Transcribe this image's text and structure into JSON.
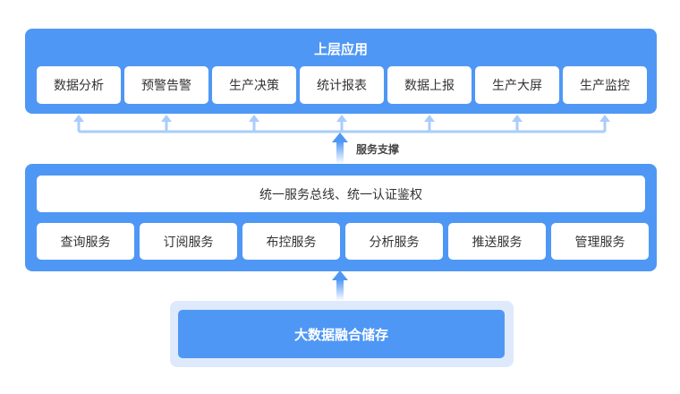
{
  "top_layer": {
    "title": "上层应用",
    "items": [
      "数据分析",
      "预警告警",
      "生产决策",
      "统计报表",
      "数据上报",
      "生产大屏",
      "生产监控"
    ]
  },
  "support": {
    "label": "服务支撑"
  },
  "middle_layer": {
    "bus": "统一服务总线、统一认证鉴权",
    "services": [
      "查询服务",
      "订阅服务",
      "布控服务",
      "分析服务",
      "推送服务",
      "管理服务"
    ]
  },
  "base_layer": {
    "label": "大数据融合储存"
  },
  "colors": {
    "panel_blue": "#4f97f5",
    "arrow_light": "#a9cdfa",
    "base_outer": "#deeafc"
  }
}
